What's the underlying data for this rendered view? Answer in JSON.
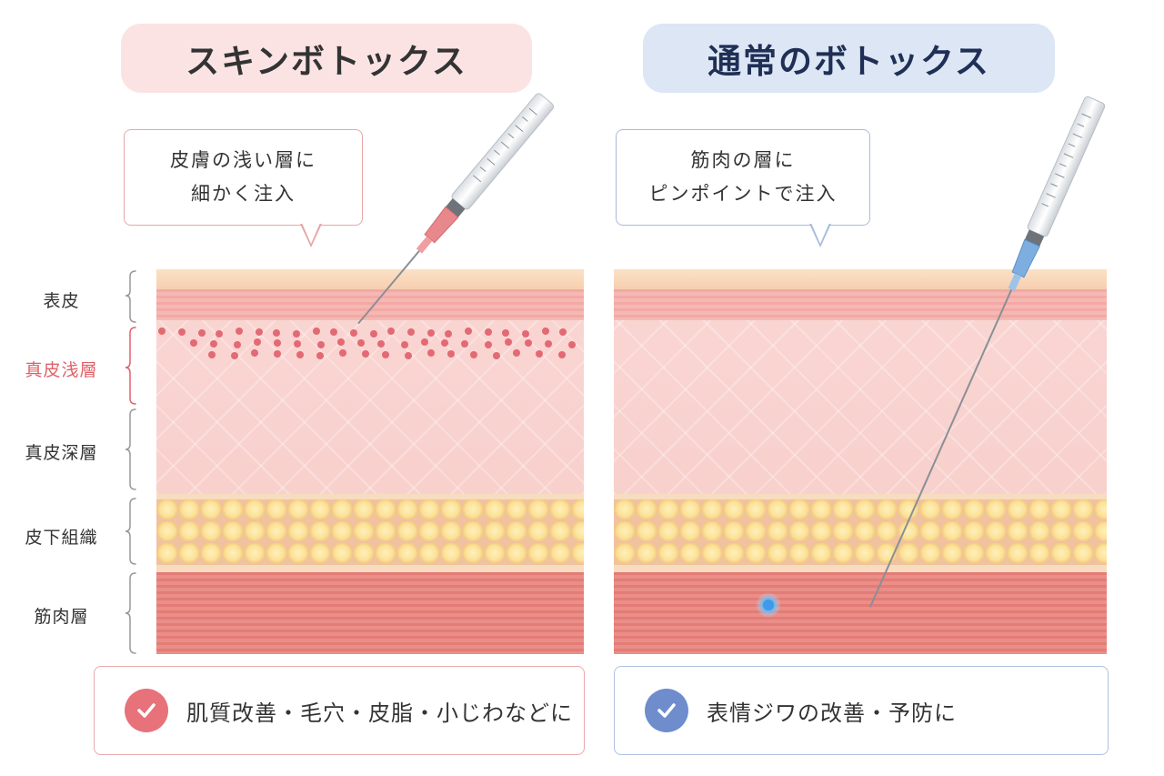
{
  "titles": {
    "left": "スキンボトックス",
    "right": "通常のボトックス"
  },
  "callouts": {
    "left": [
      "皮膚の浅い層に",
      "細かく注入"
    ],
    "right": [
      "筋肉の層に",
      "ピンポイントで注入"
    ]
  },
  "layers": [
    {
      "label": "表皮",
      "highlight": false
    },
    {
      "label": "真皮浅層",
      "highlight": true
    },
    {
      "label": "真皮深層",
      "highlight": false
    },
    {
      "label": "皮下組織",
      "highlight": false
    },
    {
      "label": "筋肉層",
      "highlight": false
    }
  ],
  "benefits": {
    "left": "肌質改善・毛穴・皮脂・小じわなどに",
    "right": "表情ジワの改善・予防に"
  },
  "colors": {
    "accent_pink": "#e7727a",
    "accent_blue": "#6f8dcd",
    "left_hub": "#e8888c",
    "right_hub": "#7eaee0"
  },
  "icons": {
    "check": "check-icon",
    "syringe": "syringe-icon"
  }
}
